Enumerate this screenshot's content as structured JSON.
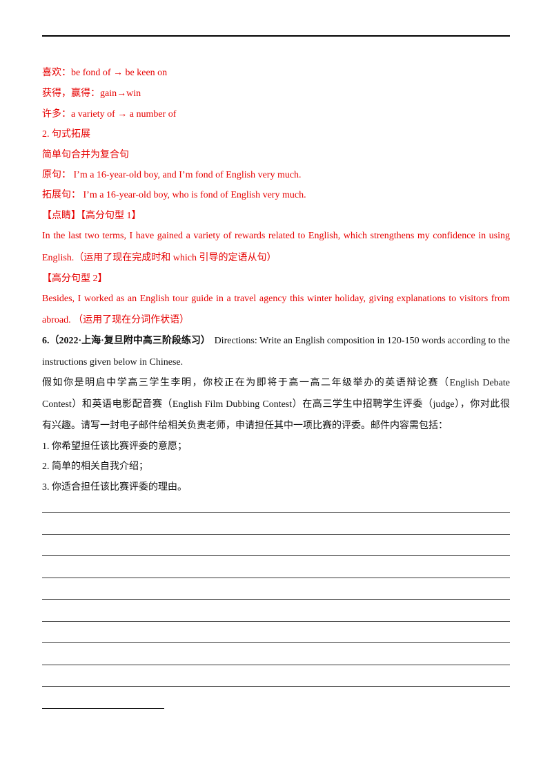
{
  "vocab": [
    "喜欢：be fond of → be keen on",
    "获得，赢得：gain→win",
    "许多：a variety of → a number of"
  ],
  "section2_heading": "2. 句式拓展",
  "sub_heading": "简单句合并为复合句",
  "original_sentence": "原句：  I’m a 16-year-old boy, and I’m fond of English very much.",
  "expanded_sentence": "拓展句：  I’m a 16-year-old boy, who is fond of English very much.",
  "pattern1_label": "【点睛】【高分句型 1】",
  "pattern1_line1": "In the last two terms, I have gained a variety of rewards related to English, which strengthens my confidence in using",
  "pattern1_line2": "English.（运用了现在完成时和 which 引导的定语从句）",
  "pattern2_label": "【高分句型 2】",
  "pattern2_line1": "Besides, I worked as an English tour guide in a travel agency this winter holiday, giving explanations to visitors from",
  "pattern2_line2": "abroad. （运用了现在分词作状语）",
  "q6_label": "6.（2022·上海·复旦附中高三阶段练习）",
  "q6_directions_1": "Directions: Write an English composition in 120-150 words according to the",
  "q6_directions_2": "instructions given below in Chinese.",
  "q6_prompt_1": "假如你是明启中学高三学生李明，你校正在为即将于高一高二年级举办的英语辩论赛（English Debate",
  "q6_prompt_2": "Contest）和英语电影配音赛（English Film Dubbing Contest）在高三学生中招聘学生评委（judge），你对此很",
  "q6_prompt_3": "有兴趣。请写一封电子邮件给相关负责老师，申请担任其中一项比赛的评委。邮件内容需包括：",
  "q6_points": [
    "1. 你希望担任该比赛评委的意愿；",
    "2. 简单的相关自我介绍；",
    "3. 你适合担任该比赛评委的理由。"
  ]
}
